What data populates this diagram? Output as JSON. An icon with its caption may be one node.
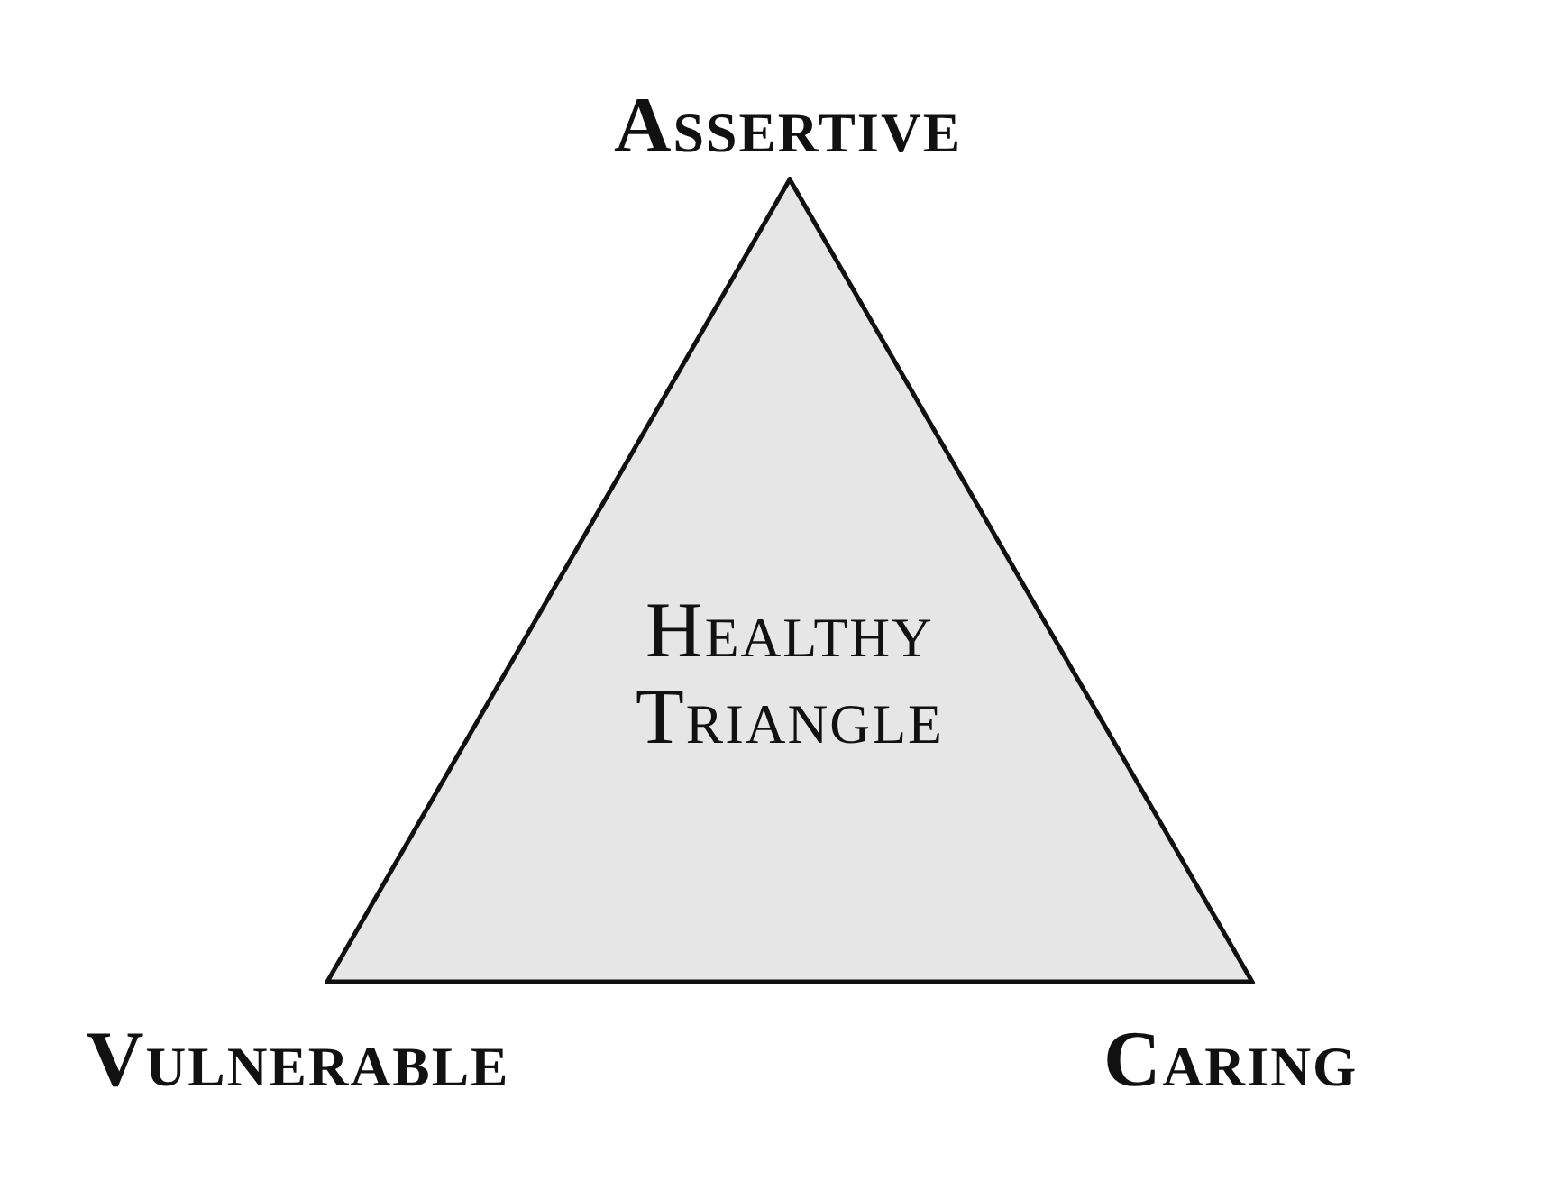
{
  "diagram": {
    "nodes": [
      {
        "text": [
          "Healthy Triangle"
        ]
      }
    ],
    "labels": [
      "Assertive",
      "Vulnerable",
      "Caring"
    ]
  }
}
